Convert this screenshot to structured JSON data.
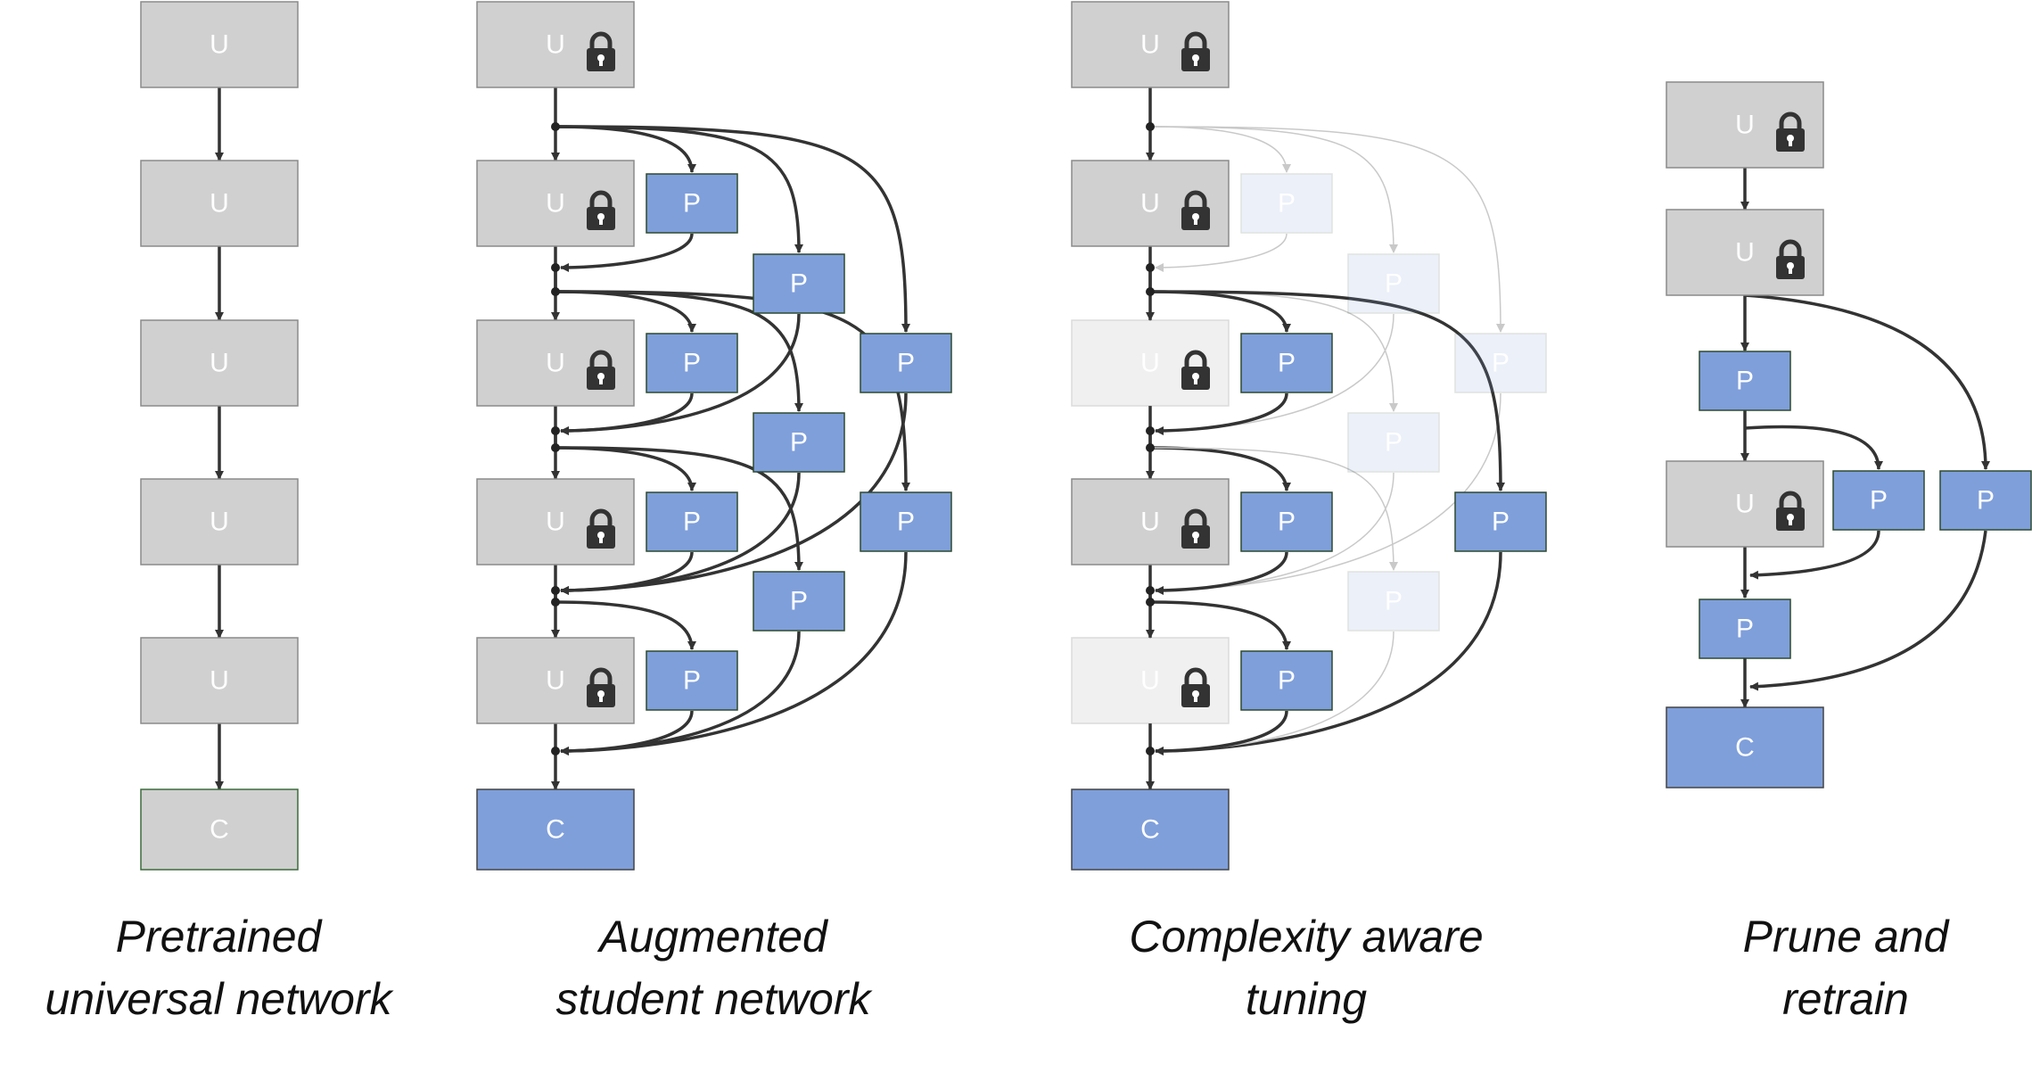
{
  "labels": {
    "universal": "U",
    "plugin": "P",
    "classifier": "C"
  },
  "colors": {
    "universal_fill": "#d0d0d0",
    "plugin_fill": "#7f9fdb",
    "edge": "#333333"
  },
  "captions": [
    {
      "line1": "Pretrained",
      "line2": "universal network"
    },
    {
      "line1": "Augmented",
      "line2": "student network"
    },
    {
      "line1": "Complexity aware",
      "line2": "tuning"
    },
    {
      "line1": "Prune and",
      "line2": "retrain"
    }
  ]
}
